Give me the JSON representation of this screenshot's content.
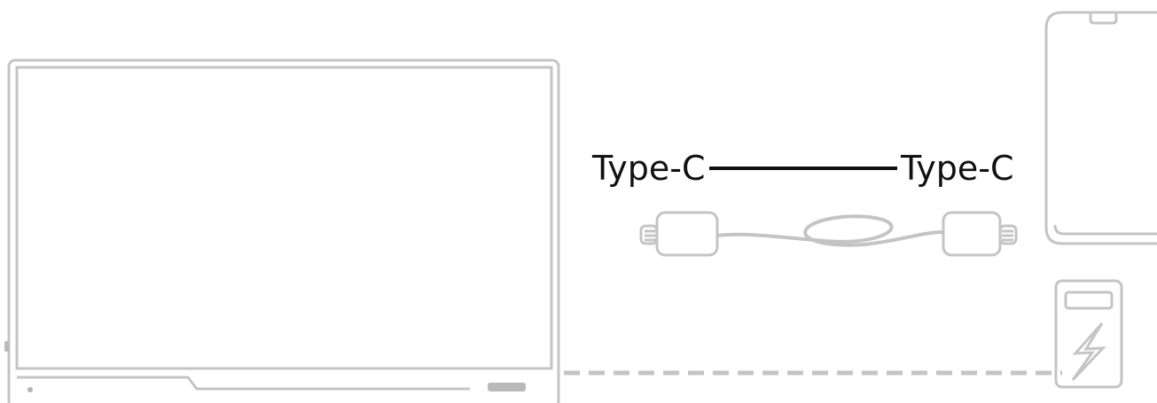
{
  "diagram": {
    "cable": {
      "left_end_label": "Type-C",
      "right_end_label": "Type-C"
    },
    "devices": {
      "monitor": "portable-monitor",
      "phone": "smartphone",
      "charger": "power-adapter"
    },
    "icons": {
      "monitor": "monitor-icon",
      "phone": "phone-icon",
      "charger": "charger-icon",
      "cable": "usb-c-cable-icon",
      "power": "lightning-icon"
    },
    "colors": {
      "outline": "#c8c8c8",
      "cable_line": "#111111",
      "text": "#111111",
      "dashed_link": "#c8c8c8"
    }
  }
}
